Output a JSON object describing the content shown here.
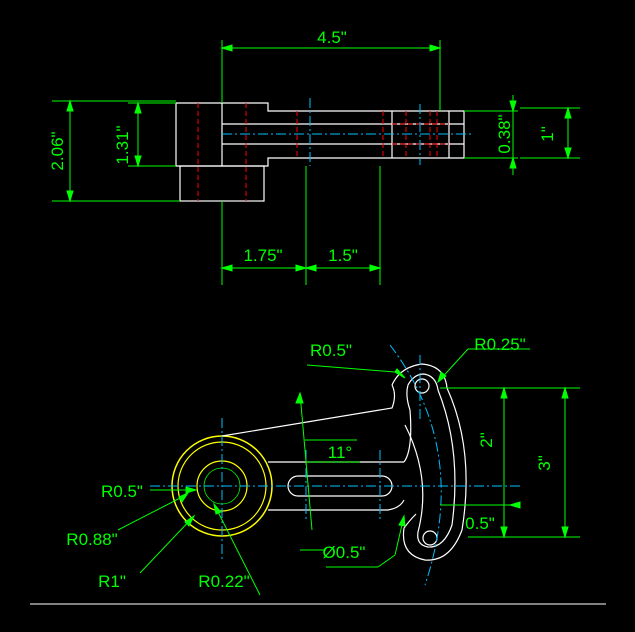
{
  "colors": {
    "background": "#000000",
    "object": "#ffffff",
    "dimension": "#00ff00",
    "hidden": "#ff0000",
    "center": "#00bfff",
    "highlight": "#ffff00"
  },
  "top_view": {
    "dim_overall_length": "4.5\"",
    "dim_overall_height": "2.06\"",
    "dim_hub_height": "1.31\"",
    "dim_arm_thickness": "0.38\"",
    "dim_end_height": "1\"",
    "dim_hub_to_center": "1.75\"",
    "dim_slot_center": "1.5\""
  },
  "front_view": {
    "dim_top_fillet": "R0.5\"",
    "dim_hook_radius": "R0.25\"",
    "dim_angle": "11°",
    "dim_vertical_2": "2\"",
    "dim_vertical_3": "3\"",
    "dim_hole": "R0.5\"",
    "dim_bottom_offset": "0.5\"",
    "dim_hub_radius": "R0.88\"",
    "dim_outer_radius": "R1\"",
    "dim_slot_diameter": "Ø0.5\"",
    "dim_small_radius": "R0.22\""
  }
}
